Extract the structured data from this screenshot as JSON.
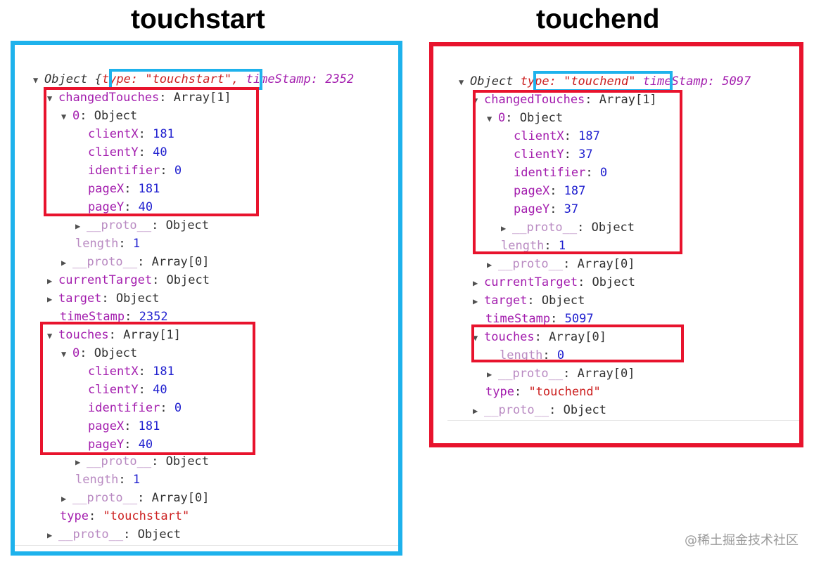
{
  "headings": {
    "left": "touchstart",
    "right": "touchend"
  },
  "colors": {
    "left_frame": "#1eb2ec",
    "right_frame": "#e8132d",
    "highlight_red": "#e8132d",
    "highlight_blue": "#1eb2ec"
  },
  "icons": {
    "expanded": "triangle-down-icon",
    "collapsed": "triangle-right-icon"
  },
  "glyphs": {
    "expanded": "▼",
    "collapsed": "▶"
  },
  "left": {
    "summary": {
      "label": "Object",
      "open": "{",
      "type_pair": "type: \"touchstart\",",
      "timestamp_pair": "timeStamp: 2352"
    },
    "changedTouches": {
      "key": "changedTouches",
      "value": "Array[1]"
    },
    "ct_item": {
      "key": "0",
      "value": "Object"
    },
    "ct_props": [
      {
        "key": "clientX",
        "value": "181"
      },
      {
        "key": "clientY",
        "value": "40"
      },
      {
        "key": "identifier",
        "value": "0"
      },
      {
        "key": "pageX",
        "value": "181"
      },
      {
        "key": "pageY",
        "value": "40"
      }
    ],
    "ct_item_proto": {
      "key": "__proto__",
      "value": "Object"
    },
    "ct_length": {
      "key": "length",
      "value": "1"
    },
    "ct_array_proto": {
      "key": "__proto__",
      "value": "Array[0]"
    },
    "currentTarget": {
      "key": "currentTarget",
      "value": "Object"
    },
    "target": {
      "key": "target",
      "value": "Object"
    },
    "timeStamp": {
      "key": "timeStamp",
      "value": "2352"
    },
    "touches": {
      "key": "touches",
      "value": "Array[1]"
    },
    "t_item": {
      "key": "0",
      "value": "Object"
    },
    "t_props": [
      {
        "key": "clientX",
        "value": "181"
      },
      {
        "key": "clientY",
        "value": "40"
      },
      {
        "key": "identifier",
        "value": "0"
      },
      {
        "key": "pageX",
        "value": "181"
      },
      {
        "key": "pageY",
        "value": "40"
      }
    ],
    "t_item_proto": {
      "key": "__proto__",
      "value": "Object"
    },
    "t_length": {
      "key": "length",
      "value": "1"
    },
    "t_array_proto": {
      "key": "__proto__",
      "value": "Array[0]"
    },
    "type": {
      "key": "type",
      "value": "\"touchstart\""
    },
    "proto": {
      "key": "__proto__",
      "value": "Object"
    }
  },
  "right": {
    "summary": {
      "label": "Object",
      "type_pair": "type: \"touchend\"",
      "timestamp_pair": "timeStamp: 5097"
    },
    "changedTouches": {
      "key": "changedTouches",
      "value": "Array[1]"
    },
    "ct_item": {
      "key": "0",
      "value": "Object"
    },
    "ct_props": [
      {
        "key": "clientX",
        "value": "187"
      },
      {
        "key": "clientY",
        "value": "37"
      },
      {
        "key": "identifier",
        "value": "0"
      },
      {
        "key": "pageX",
        "value": "187"
      },
      {
        "key": "pageY",
        "value": "37"
      }
    ],
    "ct_item_proto": {
      "key": "__proto__",
      "value": "Object"
    },
    "ct_length": {
      "key": "length",
      "value": "1"
    },
    "ct_array_proto": {
      "key": "__proto__",
      "value": "Array[0]"
    },
    "currentTarget": {
      "key": "currentTarget",
      "value": "Object"
    },
    "target": {
      "key": "target",
      "value": "Object"
    },
    "timeStamp": {
      "key": "timeStamp",
      "value": "5097"
    },
    "touches": {
      "key": "touches",
      "value": "Array[0]"
    },
    "t_length": {
      "key": "length",
      "value": "0"
    },
    "t_array_proto": {
      "key": "__proto__",
      "value": "Array[0]"
    },
    "type": {
      "key": "type",
      "value": "\"touchend\""
    },
    "proto": {
      "key": "__proto__",
      "value": "Object"
    }
  },
  "watermark": "@稀土掘金技术社区"
}
